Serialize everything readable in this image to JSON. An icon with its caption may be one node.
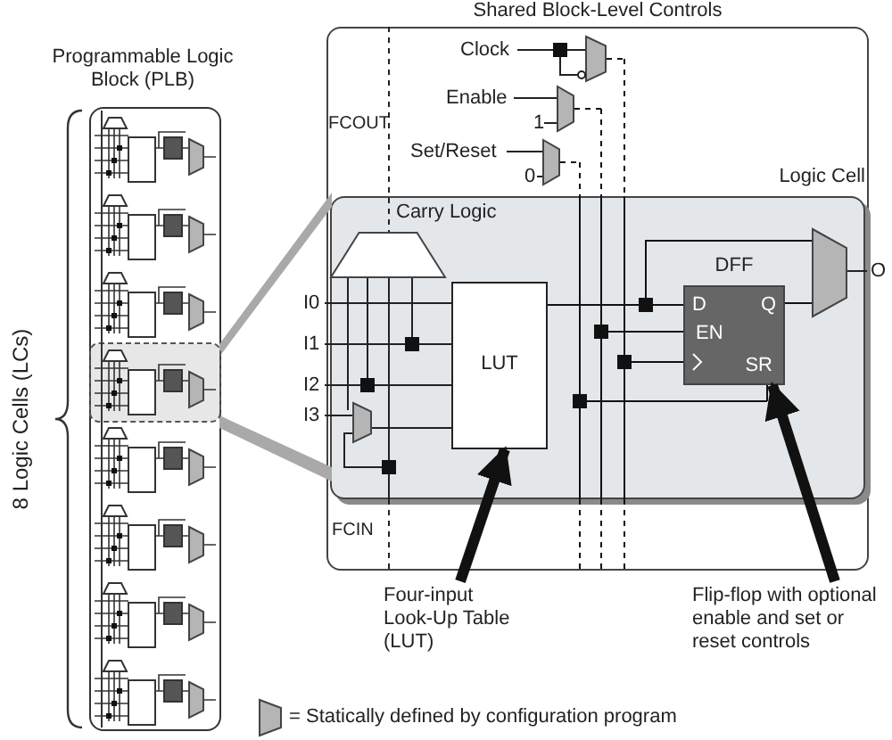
{
  "diagram": {
    "nodes": [
      {
        "text": [
          "Programmable Logic Block (PLB)"
        ]
      },
      {
        "text": [
          "Shared Block-Level Controls"
        ]
      },
      {
        "text": [
          "Logic Cell"
        ],
        "in": 1
      },
      {
        "text": [
          "Carry Logic"
        ],
        "in": 2
      },
      {
        "text": [
          "LUT"
        ],
        "in": 2
      },
      {
        "text": [
          "DFF",
          "D",
          "Q",
          "EN",
          "SR"
        ],
        "in": 2
      },
      {
        "text": [],
        "shape": "trapezoid",
        "in": 2
      },
      {
        "text": [
          "Four-input Look-Up Table (LUT)"
        ]
      },
      {
        "text": [
          "Flip-flop with optional enable and set or reset controls"
        ]
      },
      {
        "text": [],
        "shape": "trapezoid",
        "in": 1
      },
      {
        "text": [],
        "shape": "trapezoid",
        "in": 1
      },
      {
        "text": [],
        "shape": "trapezoid",
        "in": 1
      }
    ],
    "edges": [
      {
        "from": 4,
        "to": 5,
        "arrow": "none"
      },
      {
        "from": 4,
        "to": 6,
        "arrow": "none"
      },
      {
        "from": 5,
        "to": 6,
        "arrow": "none"
      },
      {
        "from": 7,
        "to": 4,
        "arrow": "to",
        "style": "thick"
      },
      {
        "from": 8,
        "to": 5,
        "arrow": "to",
        "style": "thick"
      },
      {
        "from": 9,
        "to": 5,
        "arrow": "none",
        "style": "dashed"
      },
      {
        "from": 10,
        "to": 5,
        "arrow": "none",
        "style": "dashed"
      },
      {
        "from": 11,
        "to": 5,
        "arrow": "none",
        "style": "dashed"
      },
      {
        "from": 9,
        "to": null,
        "arrow": "none",
        "style": "dashed"
      },
      {
        "from": 10,
        "to": null,
        "arrow": "none",
        "style": "dashed"
      },
      {
        "from": 11,
        "to": null,
        "arrow": "none",
        "style": "dashed"
      }
    ],
    "labels": [
      "8 Logic Cells (LCs)",
      "FCOUT",
      "Clock",
      "Enable",
      "1",
      "Set/Reset",
      "0",
      "I0",
      "I1",
      "I2",
      "I3",
      "O",
      "FCIN"
    ],
    "legend": [
      {
        "text": "= Statically defined by configuration program"
      }
    ]
  }
}
